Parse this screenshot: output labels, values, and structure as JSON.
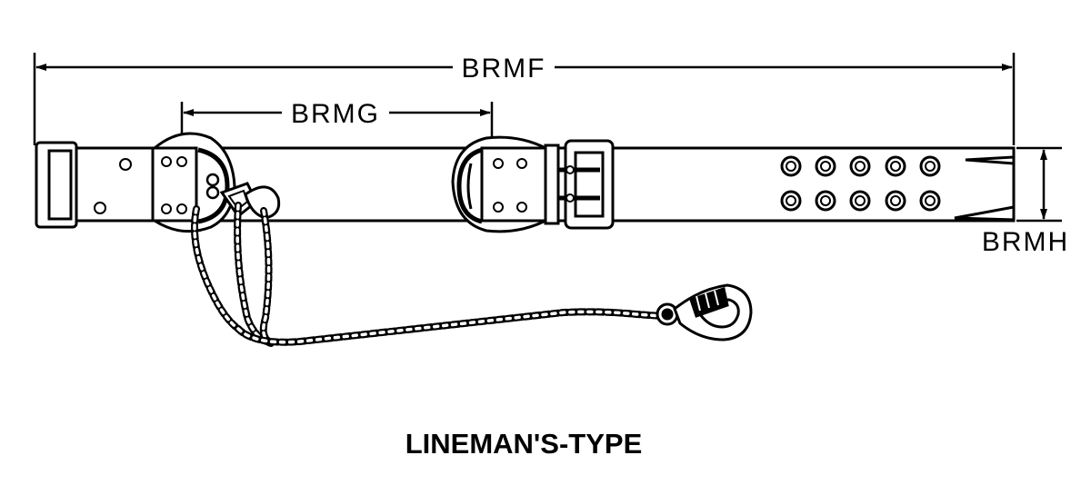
{
  "diagram": {
    "dimension_labels": {
      "overall_length": "BRMF",
      "d_ring_spacing": "BRMG",
      "belt_width": "BRMH"
    },
    "caption": "LINEMAN'S-TYPE",
    "line_color": "#000000",
    "background_color": "#ffffff"
  }
}
